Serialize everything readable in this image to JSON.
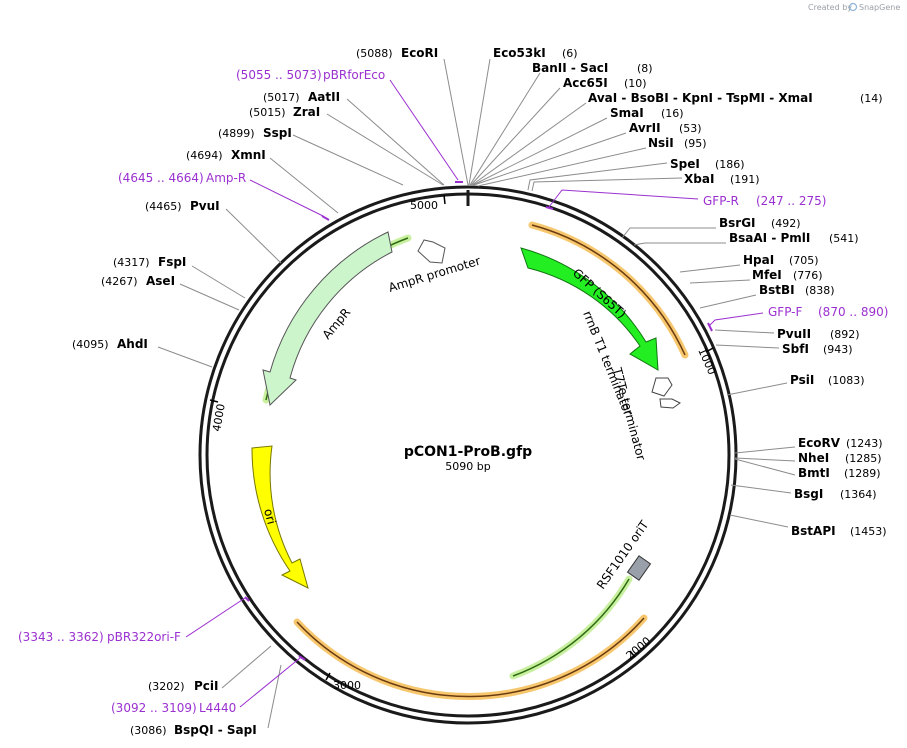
{
  "map": {
    "name": "pCON1-ProB.gfp",
    "length_label": "5090 bp",
    "credit_prefix": "Created by",
    "credit_brand": "SnapGene",
    "ticks": [
      "1000",
      "2000",
      "3000",
      "4000",
      "5000"
    ]
  },
  "enzymes": [
    {
      "pos": "(5088)",
      "name": "EcoRI"
    },
    {
      "pos": "(6)",
      "name": "Eco53kI"
    },
    {
      "pos": "(8)",
      "name": "BanII  - SacI"
    },
    {
      "pos": "(10)",
      "name": "Acc65I"
    },
    {
      "pos": "(14)",
      "name": "AvaI  - BsoBI  - KpnI  - TspMI  - XmaI"
    },
    {
      "pos": "(16)",
      "name": "SmaI"
    },
    {
      "pos": "(53)",
      "name": "AvrII"
    },
    {
      "pos": "(95)",
      "name": "NsiI"
    },
    {
      "pos": "(186)",
      "name": "SpeI"
    },
    {
      "pos": "(191)",
      "name": "XbaI"
    },
    {
      "pos": "(492)",
      "name": "BsrGI"
    },
    {
      "pos": "(541)",
      "name": "BsaAI  - PmlI"
    },
    {
      "pos": "(705)",
      "name": "HpaI"
    },
    {
      "pos": "(776)",
      "name": "MfeI"
    },
    {
      "pos": "(838)",
      "name": "BstBI"
    },
    {
      "pos": "(892)",
      "name": "PvuII"
    },
    {
      "pos": "(943)",
      "name": "SbfI"
    },
    {
      "pos": "(1083)",
      "name": "PsiI"
    },
    {
      "pos": "(1243)",
      "name": "EcoRV"
    },
    {
      "pos": "(1285)",
      "name": "NheI"
    },
    {
      "pos": "(1289)",
      "name": "BmtI"
    },
    {
      "pos": "(1364)",
      "name": "BsgI"
    },
    {
      "pos": "(1453)",
      "name": "BstAPI"
    },
    {
      "pos": "(3086)",
      "name": "BspQI  - SapI"
    },
    {
      "pos": "(3202)",
      "name": "PciI"
    },
    {
      "pos": "(4095)",
      "name": "AhdI"
    },
    {
      "pos": "(4267)",
      "name": "AseI"
    },
    {
      "pos": "(4317)",
      "name": "FspI"
    },
    {
      "pos": "(4465)",
      "name": "PvuI"
    },
    {
      "pos": "(4694)",
      "name": "XmnI"
    },
    {
      "pos": "(4899)",
      "name": "SspI"
    },
    {
      "pos": "(5015)",
      "name": "ZraI"
    },
    {
      "pos": "(5017)",
      "name": "AatII"
    }
  ],
  "primers": [
    {
      "range": "(5055 .. 5073)",
      "name": "pBRforEco"
    },
    {
      "range": "(4645 .. 4664)",
      "name": "Amp-R"
    },
    {
      "range": "(247 .. 275)",
      "name": "GFP-R"
    },
    {
      "range": "(870 .. 890)",
      "name": "GFP-F"
    },
    {
      "range": "(3343 .. 3362)",
      "name": "pBR322ori-F"
    },
    {
      "range": "(3092 .. 3109)",
      "name": "L4440"
    }
  ],
  "features": {
    "gfp": "GFP (S65T)",
    "rrnb": "rrnB T1 terminator",
    "t7te": "T7Te terminator",
    "ampr_promoter": "AmpR promoter",
    "ampr": "AmpR",
    "ori": "ori",
    "rsf": "RSF1010 oriT"
  },
  "colors": {
    "gfp": "#22ee22",
    "ampr": "#ccf5cc",
    "ori": "#ffff00",
    "rsf": "#9aa0aa",
    "primer": "#9b30d0",
    "orange_orf": "#f5b94a"
  }
}
